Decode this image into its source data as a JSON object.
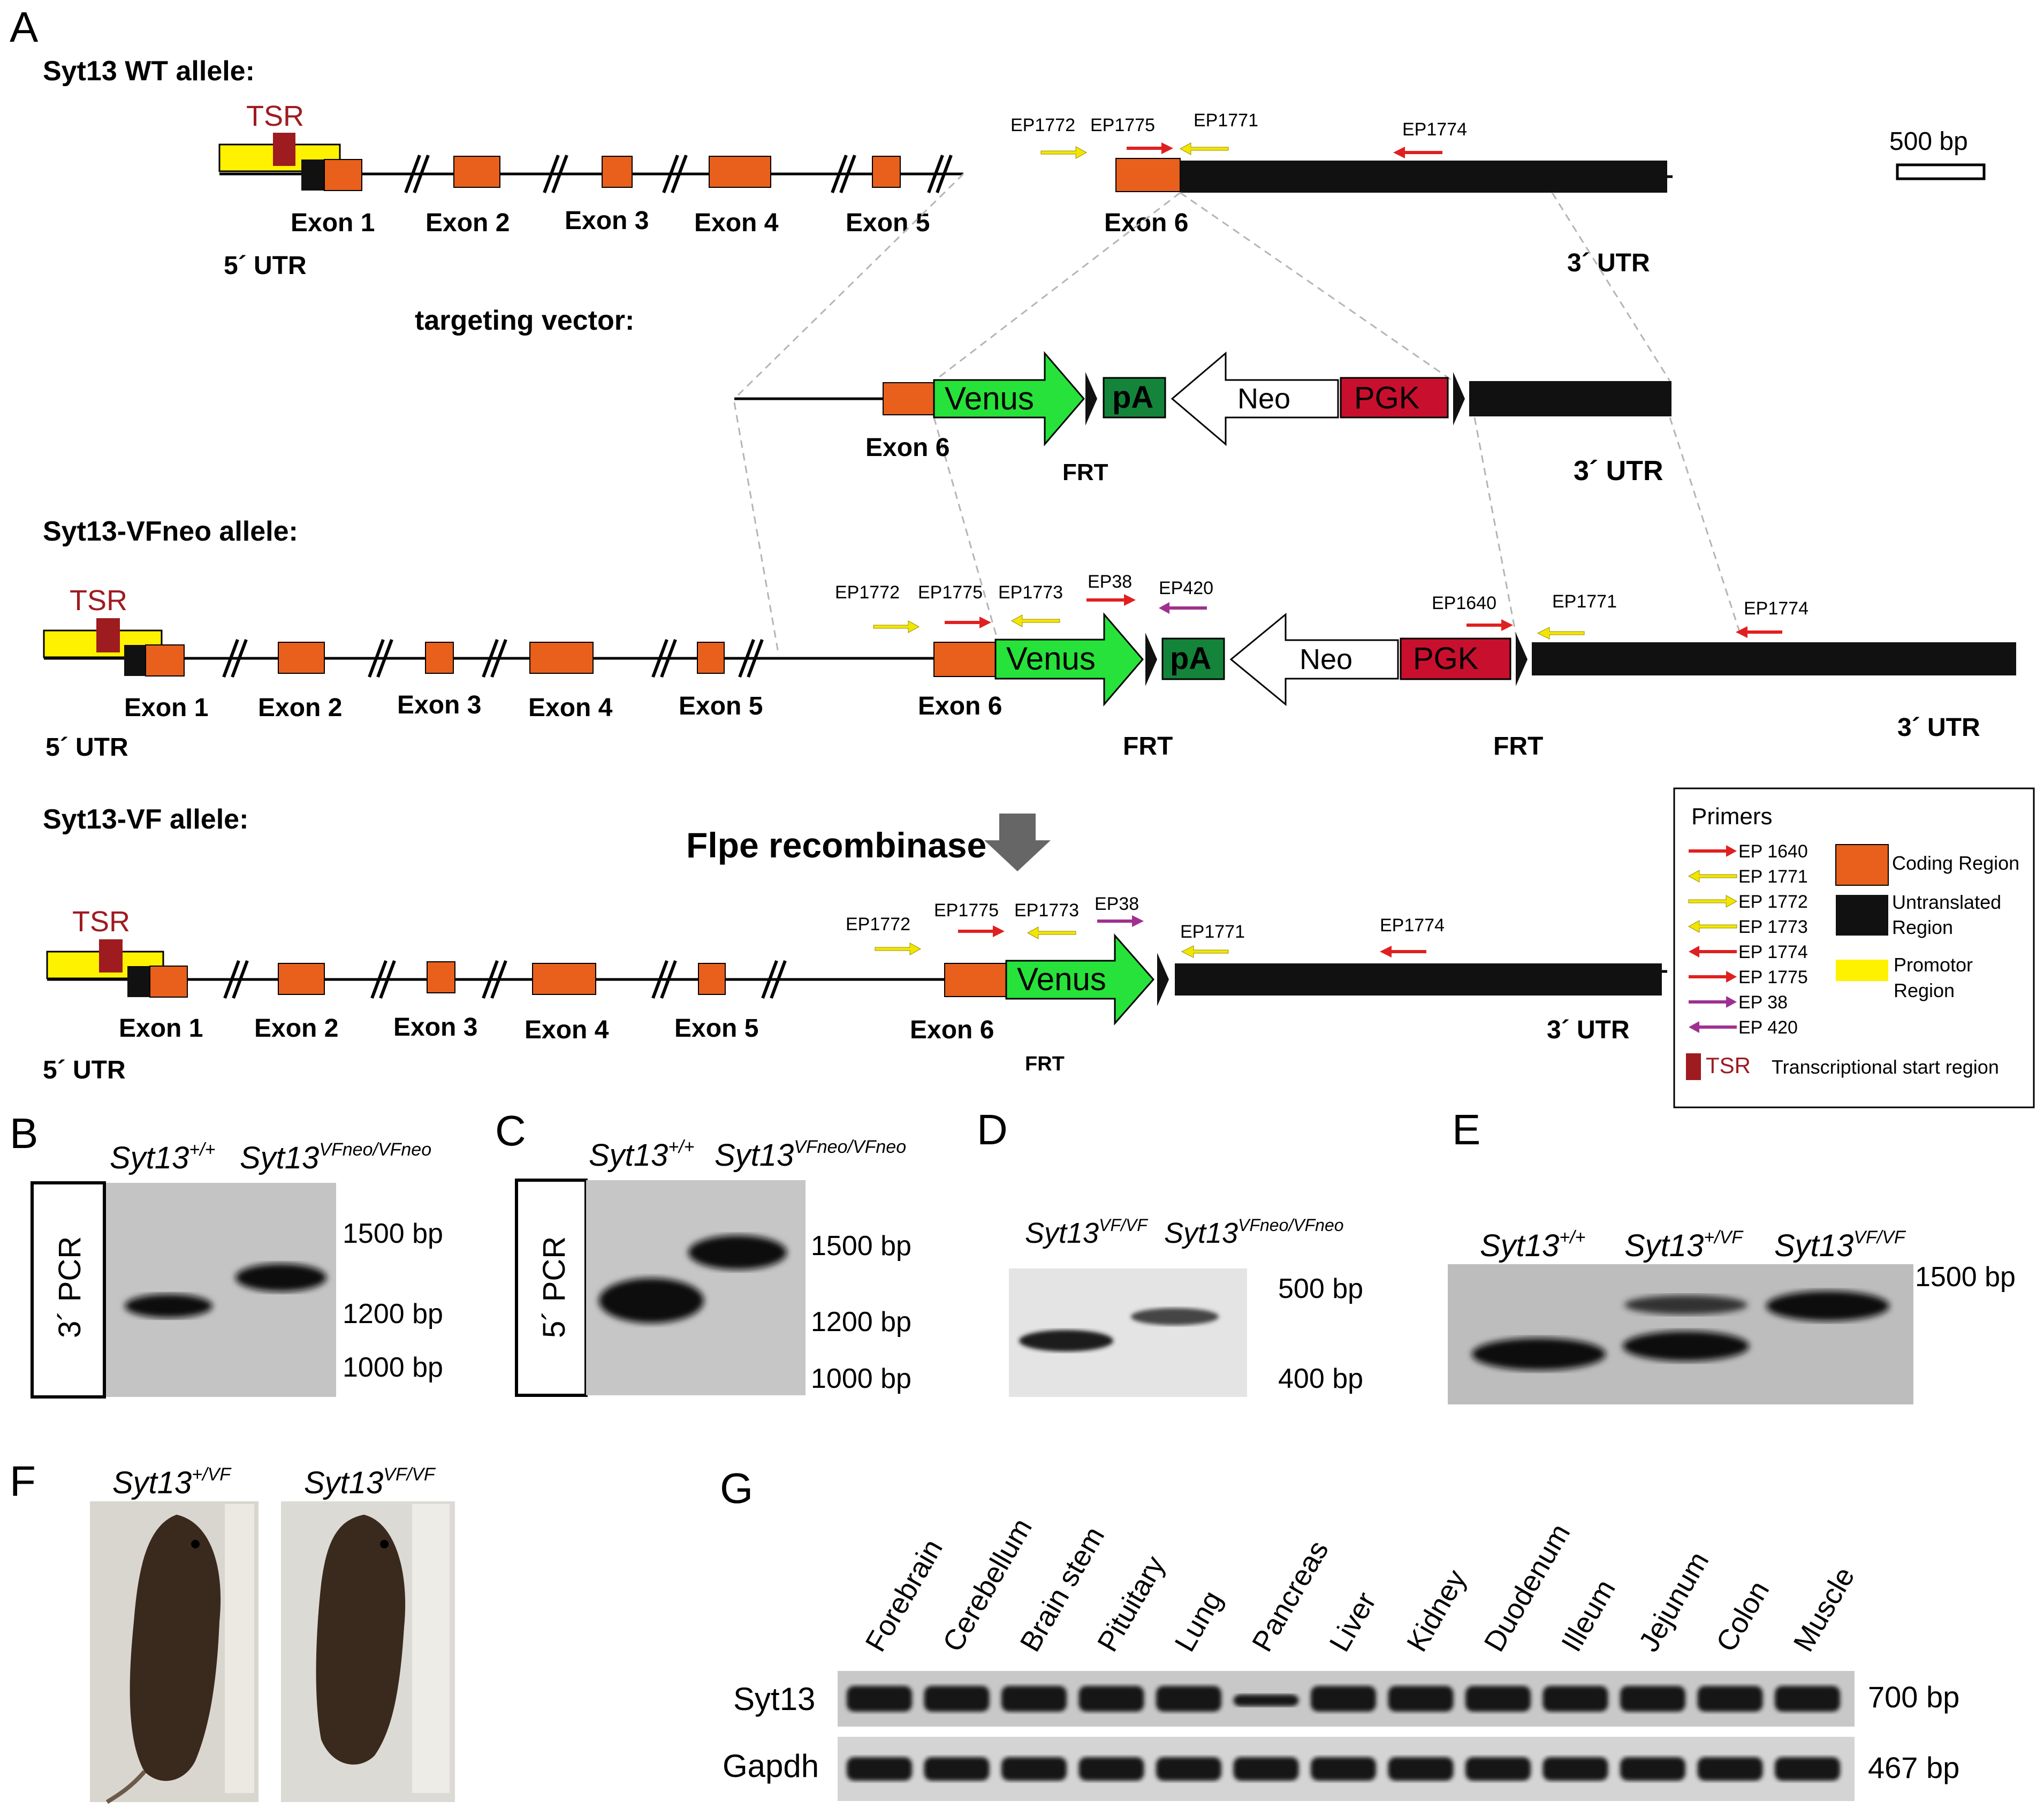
{
  "colors": {
    "coding": "#e8601c",
    "utr": "#111111",
    "promoter": "#fff200",
    "tsr": "#9e1b20",
    "venus": "#27e23a",
    "pa": "#14843a",
    "pgk": "#c8102e",
    "primer_red": "#e02020",
    "primer_yellow": "#f2e600",
    "primer_purple": "#a03090"
  },
  "panels": {
    "A": "A",
    "B": "B",
    "C": "C",
    "D": "D",
    "E": "E",
    "F": "F",
    "G": "G"
  },
  "wt": {
    "title": "Syt13 WT allele:",
    "tsr": "TSR",
    "exons": [
      "Exon 1",
      "Exon 2",
      "Exon 3",
      "Exon 4",
      "Exon 5",
      "Exon 6"
    ],
    "utr5": "5´ UTR",
    "utr3": "3´ UTR",
    "primers": [
      "EP1772",
      "EP1775",
      "EP1771",
      "EP1774"
    ],
    "scale": "500 bp"
  },
  "vector": {
    "title": "targeting vector:",
    "venus": "Venus",
    "pa": "pA",
    "neo": "Neo",
    "pgk": "PGK",
    "exon6": "Exon 6",
    "frt": "FRT",
    "utr3": "3´ UTR"
  },
  "vfneo": {
    "title": "Syt13-VFneo allele:",
    "tsr": "TSR",
    "exons": [
      "Exon 1",
      "Exon 2",
      "Exon 3",
      "Exon 4",
      "Exon 5",
      "Exon 6"
    ],
    "primers": [
      "EP1772",
      "EP1775",
      "EP1773",
      "EP38",
      "EP420",
      "EP1640",
      "EP1771",
      "EP1774"
    ],
    "venus": "Venus",
    "pa": "pA",
    "neo": "Neo",
    "pgk": "PGK",
    "frt1": "FRT",
    "frt2": "FRT",
    "utr5": "5´ UTR",
    "utr3": "3´ UTR"
  },
  "vf": {
    "title": "Syt13-VF allele:",
    "flpe": "Flpe recombinase",
    "tsr": "TSR",
    "exons": [
      "Exon 1",
      "Exon 2",
      "Exon 3",
      "Exon 4",
      "Exon 5",
      "Exon 6"
    ],
    "primers": [
      "EP1772",
      "EP1775",
      "EP1773",
      "EP38",
      "EP1771",
      "EP1774"
    ],
    "venus": "Venus",
    "frt": "FRT",
    "utr5": "5´ UTR",
    "utr3": "3´ UTR"
  },
  "legend": {
    "title": "Primers",
    "primers": [
      "EP 1640",
      "EP 1771",
      "EP 1772",
      "EP 1773",
      "EP 1774",
      "EP 1775",
      "EP 38",
      "EP 420"
    ],
    "coding": "Coding Region",
    "untranslated_1": "Untranslated",
    "untranslated_2": "Region",
    "promotor_1": "Promotor",
    "promotor_2": "Region",
    "tsr": "TSR",
    "tsr_desc": "Transcriptional start region"
  },
  "gels": {
    "B": {
      "side_label": "3´ PCR",
      "lane1": "Syt13",
      "lane1_sup": "+/+",
      "lane2": "Syt13",
      "lane2_sup": "VFneo/VFneo",
      "markers": [
        "1500 bp",
        "1200 bp",
        "1000 bp"
      ]
    },
    "C": {
      "side_label": "5´ PCR",
      "lane1": "Syt13",
      "lane1_sup": "+/+",
      "lane2": "Syt13",
      "lane2_sup": "VFneo/VFneo",
      "markers": [
        "1500 bp",
        "1200 bp",
        "1000 bp"
      ]
    },
    "D": {
      "lane1": "Syt13",
      "lane1_sup": "VF/VF",
      "lane2": "Syt13",
      "lane2_sup": "VFneo/VFneo",
      "markers": [
        "500 bp",
        "400 bp"
      ]
    },
    "E": {
      "lane1": "Syt13",
      "lane1_sup": "+/+",
      "lane2": "Syt13",
      "lane2_sup": "+/VF",
      "lane3": "Syt13",
      "lane3_sup": "VF/VF",
      "markers": [
        "1500 bp"
      ]
    }
  },
  "mice": {
    "left": "Syt13",
    "left_sup": "+/VF",
    "right": "Syt13",
    "right_sup": "VF/VF"
  },
  "tissues": {
    "names": [
      "Forebrain",
      "Cerebellum",
      "Brain stem",
      "Pituitary",
      "Lung",
      "Pancreas",
      "Liver",
      "Kidney",
      "Duodenum",
      "Illeum",
      "Jejunum",
      "Colon",
      "Muscle"
    ],
    "row1": "Syt13",
    "row2": "Gapdh",
    "size1": "700 bp",
    "size2": "467 bp"
  }
}
